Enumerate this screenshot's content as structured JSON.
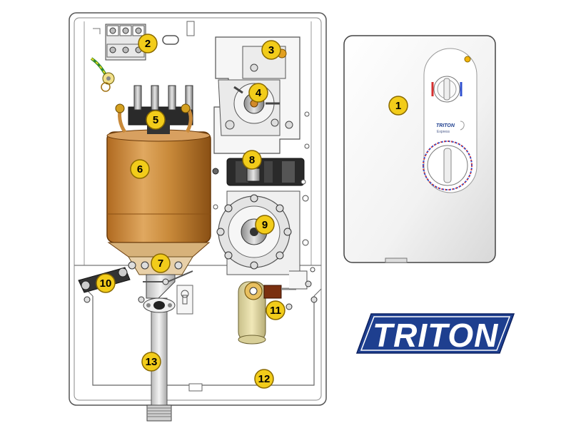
{
  "colors": {
    "callout_fill": "#f2cc1a",
    "callout_stroke": "#8a6a00",
    "copper": "#c98a3a",
    "logo_blue": "#1e3f8f",
    "panel_outline": "#555555"
  },
  "callouts": [
    {
      "id": "1",
      "label": "1"
    },
    {
      "id": "2",
      "label": "2"
    },
    {
      "id": "3",
      "label": "3"
    },
    {
      "id": "4",
      "label": "4"
    },
    {
      "id": "5",
      "label": "5"
    },
    {
      "id": "6",
      "label": "6"
    },
    {
      "id": "7",
      "label": "7"
    },
    {
      "id": "8",
      "label": "8"
    },
    {
      "id": "9",
      "label": "9"
    },
    {
      "id": "10",
      "label": "10"
    },
    {
      "id": "11",
      "label": "11"
    },
    {
      "id": "12",
      "label": "12"
    },
    {
      "id": "13",
      "label": "13"
    }
  ],
  "logo": {
    "text": "TRITON"
  },
  "front_panel": {
    "brand": "TRITON",
    "model": "Express"
  }
}
